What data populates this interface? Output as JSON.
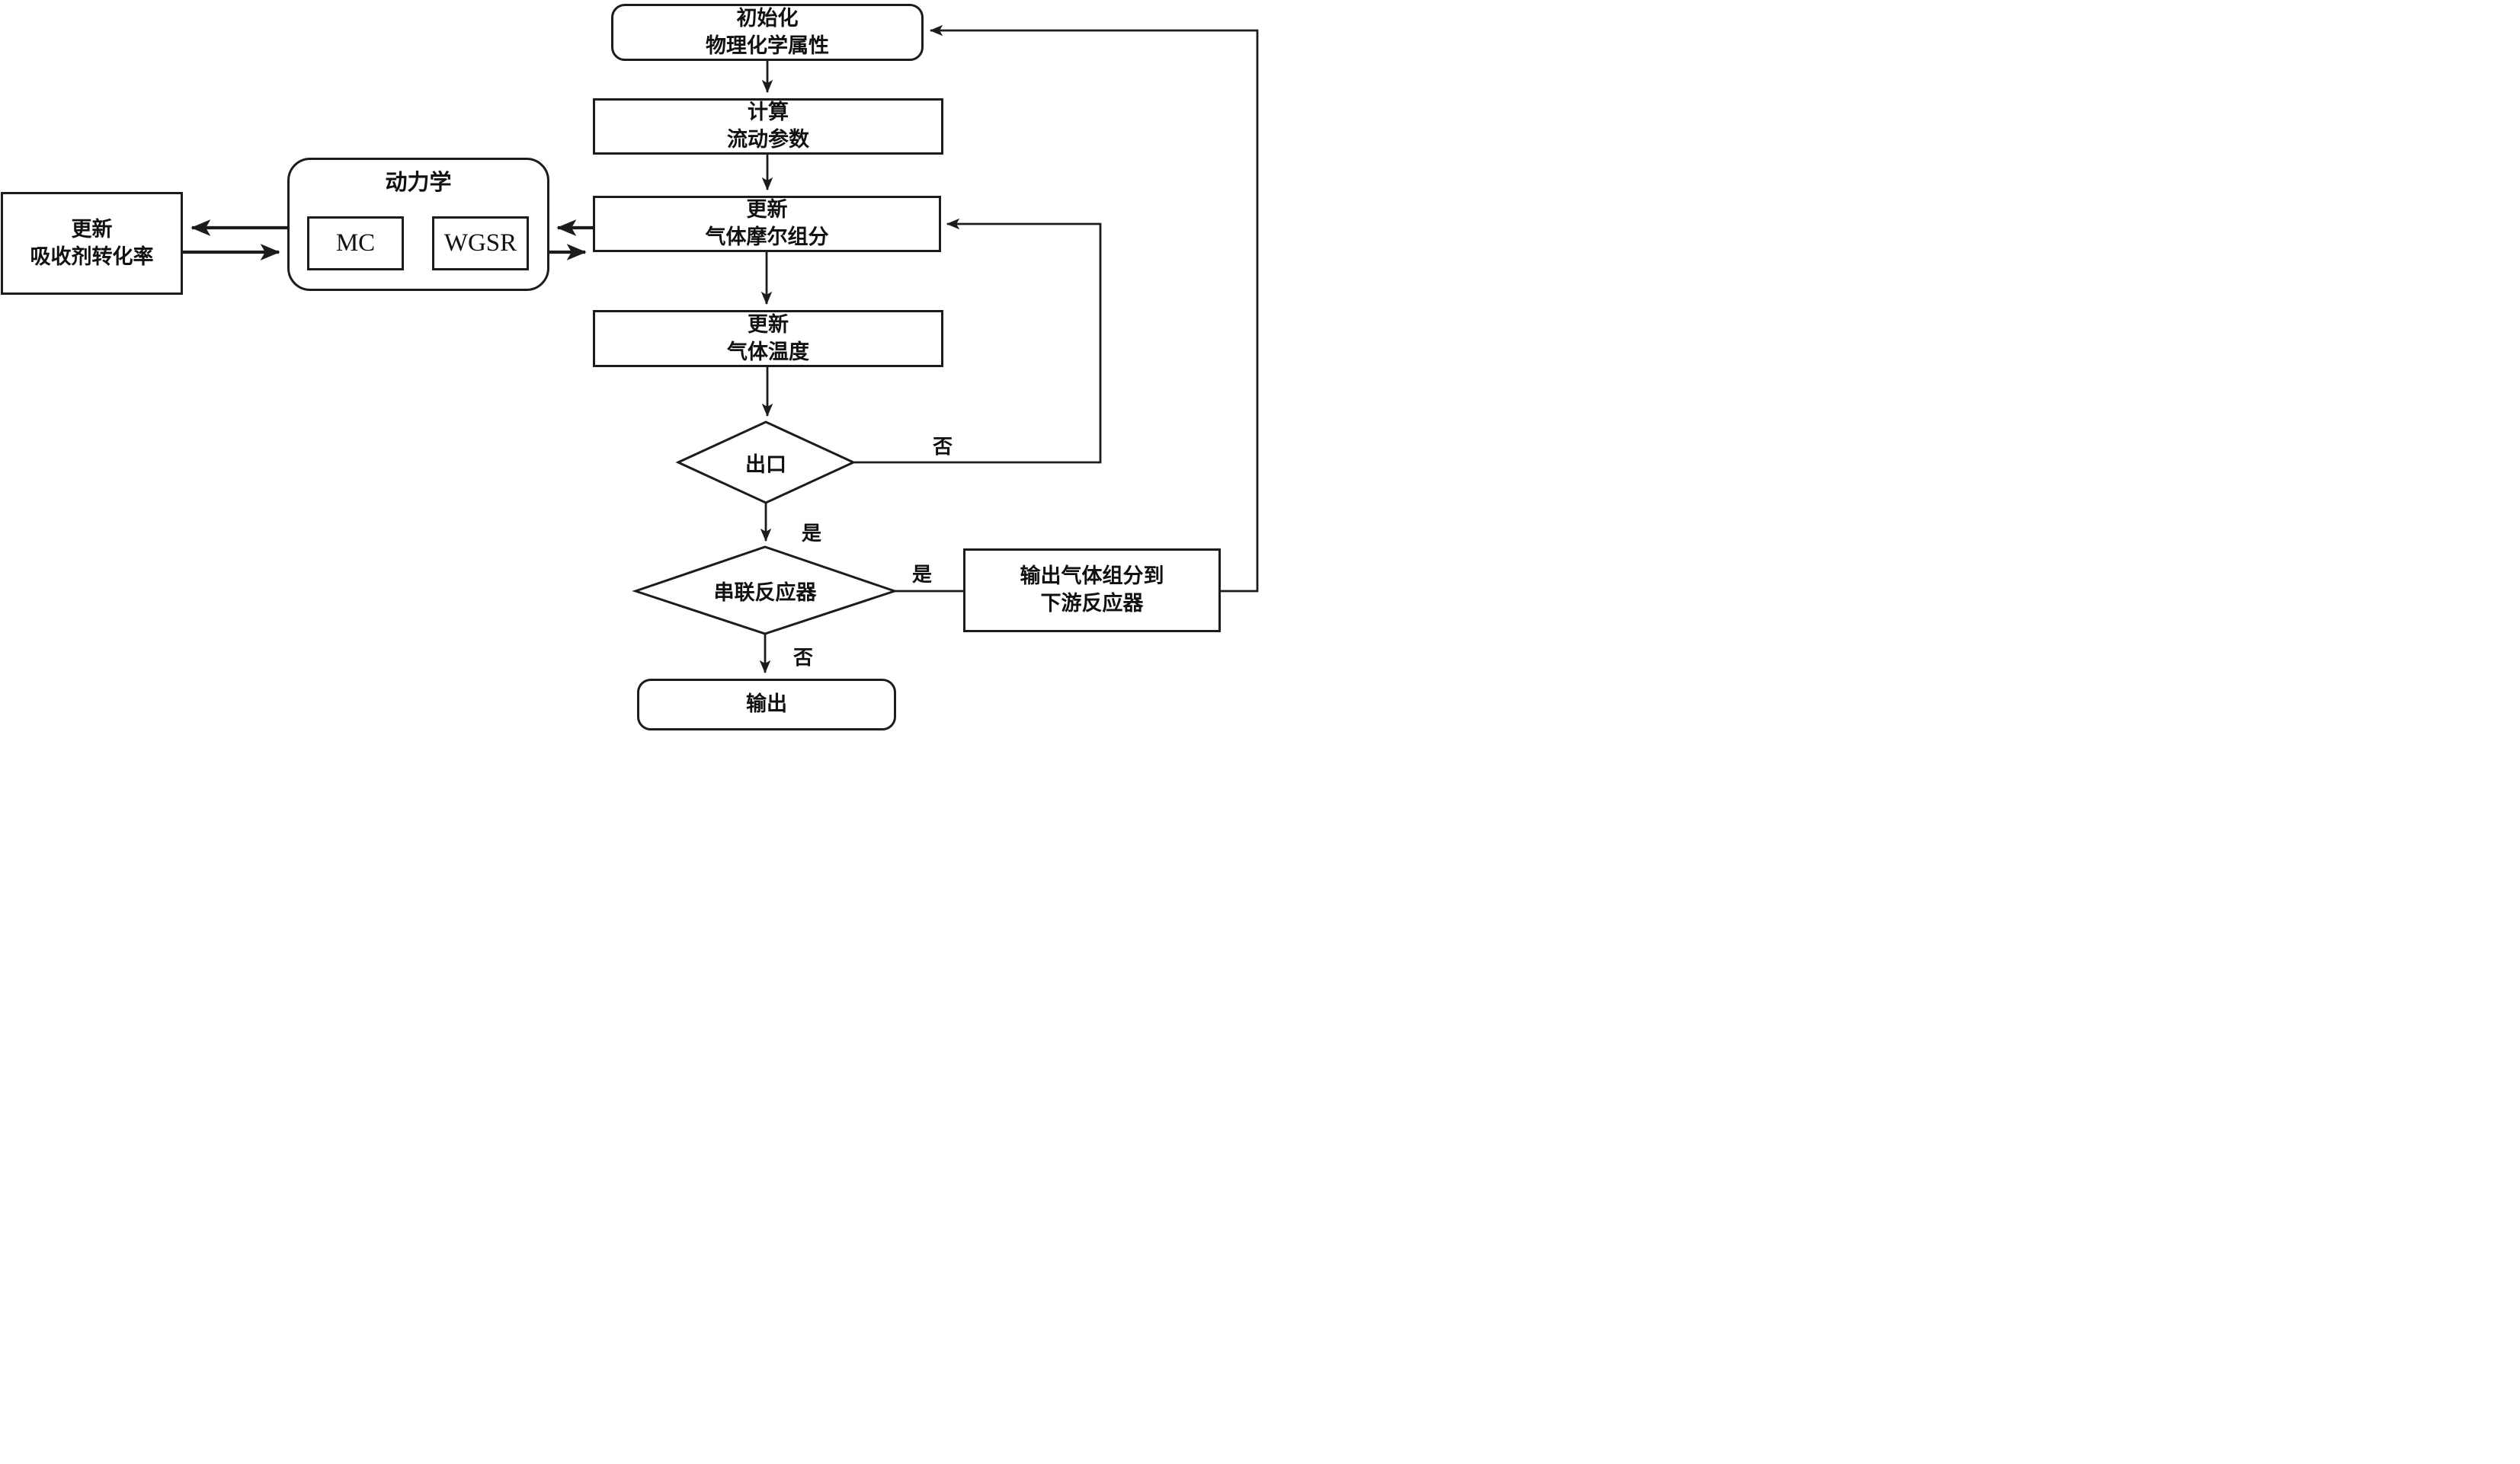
{
  "nodes": {
    "init": {
      "line1": "初始化",
      "line2": "物理化学属性"
    },
    "calc": {
      "line1": "计算",
      "line2": "流动参数"
    },
    "update_mole": {
      "line1": "更新",
      "line2": "气体摩尔组分"
    },
    "update_temp": {
      "line1": "更新",
      "line2": "气体温度"
    },
    "outlet": {
      "label": "出口"
    },
    "series": {
      "label": "串联反应器"
    },
    "downstream": {
      "line1": "输出气体组分到",
      "line2": "下游反应器"
    },
    "output": {
      "label": "输出"
    },
    "kinetics": {
      "label": "动力学",
      "mc": "MC",
      "wgsr": "WGSR"
    },
    "absorbent": {
      "line1": "更新",
      "line2": "吸收剂转化率"
    }
  },
  "edge_labels": {
    "outlet_yes": "是",
    "outlet_no": "否",
    "series_yes": "是",
    "series_no": "否"
  },
  "colors": {
    "line": "#1c1c1c",
    "background": "#ffffff",
    "text": "#111111"
  }
}
